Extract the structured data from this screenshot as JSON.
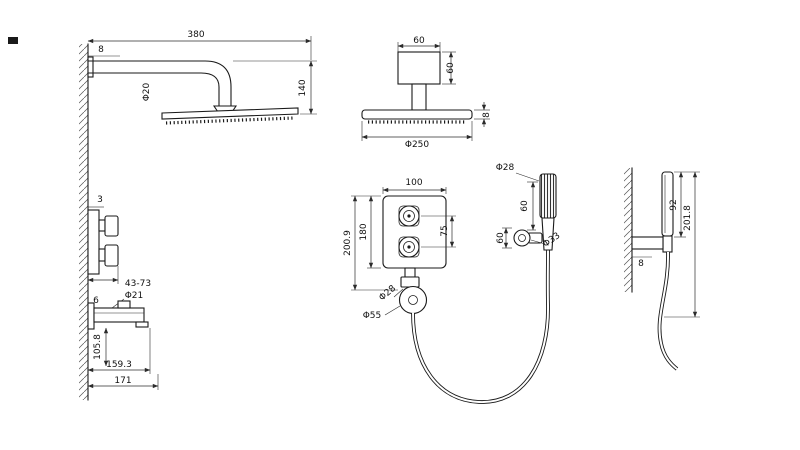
{
  "meta": {
    "background": "#ffffff",
    "ink": "#1a1a1a"
  },
  "labels": {
    "rain_side": {
      "arm_length": "380",
      "wall_offset": "8",
      "pipe_dia": "Φ20",
      "head_drop": "140"
    },
    "valve_side": {
      "wall_gap": "3",
      "handle_depth": "43-73",
      "spout_pipe_dia": "Φ21",
      "spout_wall_gap": "6"
    },
    "spout_side": {
      "height": "105.8",
      "reach_inner": "159.3",
      "reach_total": "171"
    },
    "rain_front": {
      "mount_width": "60",
      "mount_height": "60",
      "head_dia": "Φ250",
      "head_thickness": "8"
    },
    "mixer_front": {
      "width": "100",
      "total_height": "200.9",
      "plate_height": "180",
      "handle_spacing": "75",
      "outlet_dia": "Φ28",
      "outlet_knob_dia": "Φ55"
    },
    "handheld_front": {
      "wand_dia": "Φ28",
      "holder_height": "60",
      "holder_width": "60",
      "holder_ring_dia": "Φ33"
    },
    "handheld_side": {
      "bracket_drop": "92",
      "total_height": "201.8",
      "wall_gap": "8"
    }
  }
}
